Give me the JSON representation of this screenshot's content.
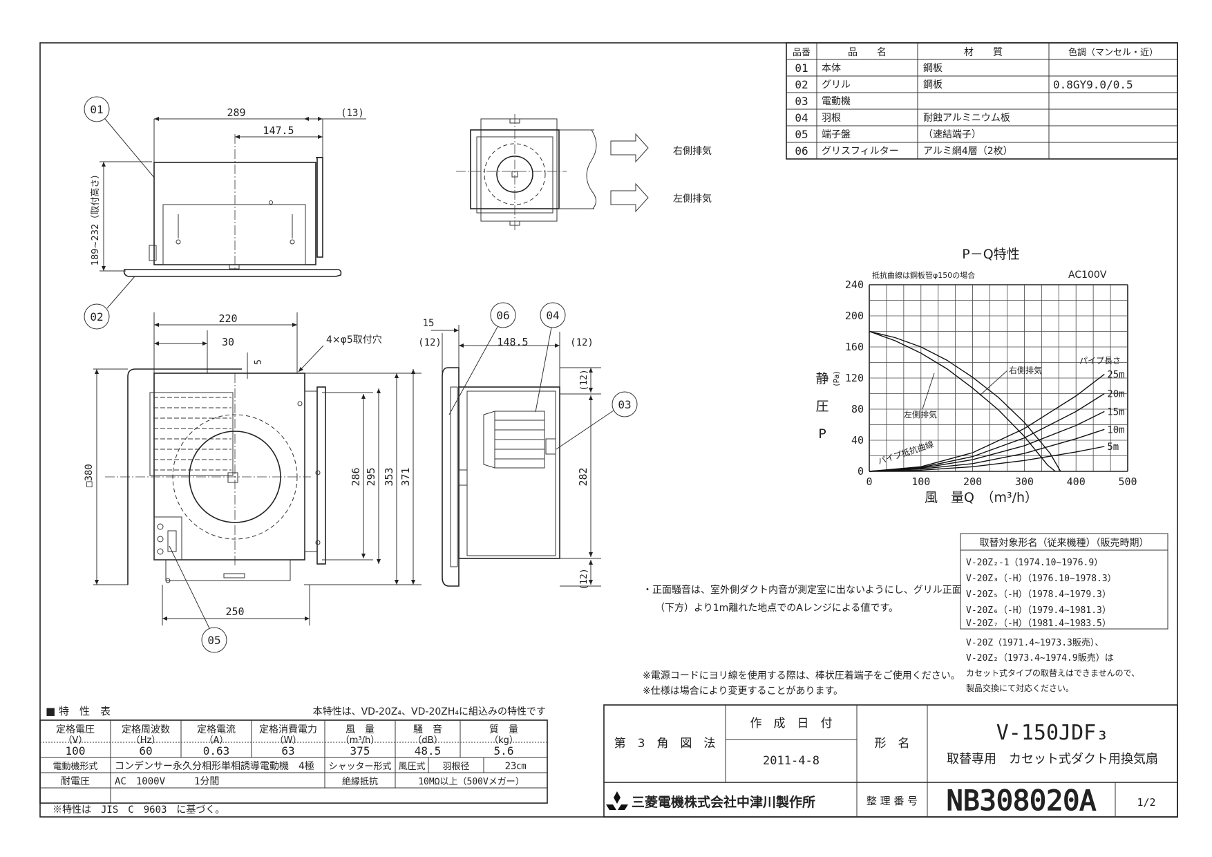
{
  "parts_table": {
    "headers": [
      "品番",
      "品　　名",
      "材　　質",
      "色調（マンセル・近）"
    ],
    "rows": [
      {
        "no": "01",
        "name": "本体",
        "material": "鋼板",
        "color": ""
      },
      {
        "no": "02",
        "name": "グリル",
        "material": "鋼板",
        "color": "0.8GY9.0/0.5"
      },
      {
        "no": "03",
        "name": "電動機",
        "material": "",
        "color": ""
      },
      {
        "no": "04",
        "name": "羽根",
        "material": "耐蝕アルミニウム板",
        "color": ""
      },
      {
        "no": "05",
        "name": "端子盤",
        "material": "（速結端子）",
        "color": ""
      },
      {
        "no": "06",
        "name": "グリスフィルター",
        "material": "アルミ網4層（2枚）",
        "color": ""
      }
    ]
  },
  "drawing": {
    "callouts": [
      "01",
      "02",
      "06",
      "04",
      "03",
      "05"
    ],
    "dims_side": {
      "w289": "289",
      "w147": "147.5",
      "w13": "(13)",
      "h189": "189~232（取付高さ）"
    },
    "dims_front": {
      "w220": "220",
      "w30": "30",
      "w5": "5",
      "holes": "4×φ5取付穴",
      "sq380": "□380",
      "h286": "286",
      "h295": "295",
      "h353": "353",
      "h371": "371",
      "w250": "250"
    },
    "dims_section": {
      "w15": "15",
      "w12a": "(12)",
      "w148": "148.5",
      "w12b": "(12)",
      "h12a": "(12)",
      "h282": "282",
      "h12b": "(12)"
    },
    "exhaust_right": "右側排気",
    "exhaust_left": "左側排気"
  },
  "chart_data": {
    "type": "line",
    "title": "P－Q特性",
    "subtitle": "抵抗曲線は鋼板管φ150の場合",
    "voltage": "AC100V",
    "xlabel": "風　量Q　（m³/h）",
    "ylabel": "静圧P",
    "ylabel_unit": "(Pa)",
    "xlim": [
      0,
      500
    ],
    "ylim": [
      0,
      240
    ],
    "xticks": [
      "0",
      "100",
      "200",
      "300",
      "400",
      "500"
    ],
    "yticks": [
      "0",
      "40",
      "80",
      "120",
      "160",
      "200",
      "240"
    ],
    "grid": true,
    "fan_curves": [
      {
        "name": "右側排気",
        "x": [
          0,
          50,
          100,
          150,
          200,
          250,
          300,
          350,
          370
        ],
        "y": [
          180,
          172,
          160,
          143,
          121,
          95,
          63,
          23,
          0
        ]
      },
      {
        "name": "左側排気",
        "x": [
          0,
          50,
          100,
          150,
          200,
          250,
          300,
          345,
          360
        ],
        "y": [
          180,
          168,
          152,
          132,
          107,
          79,
          45,
          8,
          0
        ]
      }
    ],
    "pipe_curves": {
      "label_group": "パイプ長さ",
      "label_curve": "パイプ抵抗曲線",
      "series": [
        {
          "name": "25m",
          "x": [
            0,
            100,
            200,
            300,
            400,
            455
          ],
          "y": [
            0,
            6,
            24,
            55,
            97,
            125
          ]
        },
        {
          "name": "20m",
          "x": [
            0,
            100,
            200,
            300,
            400,
            455
          ],
          "y": [
            0,
            5,
            19,
            43,
            77,
            100
          ]
        },
        {
          "name": "15m",
          "x": [
            0,
            100,
            200,
            300,
            400,
            455
          ],
          "y": [
            0,
            4,
            15,
            33,
            59,
            77
          ]
        },
        {
          "name": "10m",
          "x": [
            0,
            100,
            200,
            300,
            400,
            455
          ],
          "y": [
            0,
            3,
            10,
            23,
            42,
            54
          ]
        },
        {
          "name": "5m",
          "x": [
            0,
            100,
            200,
            300,
            400,
            455
          ],
          "y": [
            0,
            1.5,
            6,
            14,
            25,
            32
          ]
        }
      ]
    }
  },
  "replacement": {
    "title": "取替対象形名（従来機種）（販売時期）",
    "rows": [
      "V-20Z₂-1（1974.10~1976.9）",
      "V-20Z₃（-H）（1976.10~1978.3）",
      "V-20Z₅（-H）（1978.4~1979.3）",
      "V-20Z₆（-H）（1979.4~1981.3）",
      "V-20Z₇（-H）（1981.4~1983.5）"
    ],
    "note_lines": [
      "V-20Z（1971.4~1973.3販売）、",
      "V-20Z₂（1973.4~1974.9販売）は",
      "カセット式タイプの取替えはできませんので、",
      "製品交換にて対応ください。"
    ]
  },
  "notes": {
    "noise_1": "・正面騒音は、室外側ダクト内音が測定室に出ないようにし、グリル正面",
    "noise_2": "（下方）より1m離れた地点でのAレンジによる値です。",
    "cord": "※電源コードにヨリ線を使用する際は、棒状圧着端子をご使用ください。",
    "spec": "※仕様は場合により変更することがあります。"
  },
  "spec_table": {
    "title": "■ 特　性　表",
    "note": "本特性は、VD-20Z₄、VD-20ZH₄に組込みの特性です",
    "headers": [
      {
        "label": "定格電圧",
        "unit": "（V）"
      },
      {
        "label": "定格周波数",
        "unit": "（Hz）"
      },
      {
        "label": "定格電流",
        "unit": "（A）"
      },
      {
        "label": "定格消費電力",
        "unit": "（W）"
      },
      {
        "label": "風　量",
        "unit": "（m³/h）"
      },
      {
        "label": "騒　音",
        "unit": "（dB）"
      },
      {
        "label": "質　量",
        "unit": "（kg）"
      }
    ],
    "values": [
      "100",
      "60",
      "0.63",
      "63",
      "375",
      "48.5",
      "5.6"
    ],
    "motor_label": "電動機形式",
    "motor_value": "コンデンサー永久分相形単相誘導電動機　4極",
    "shutter_label": "シャッター形式",
    "shutter_value": "風圧式",
    "blade_label": "羽根径",
    "blade_value": "23㎝",
    "withstand_label": "耐電圧",
    "withstand_value": "AC　1000V　　　1分間",
    "insulation_label": "絶縁抵抗",
    "insulation_value": "10MΩ以上（500Vメガー）",
    "footnote": "※特性は　JIS　C　9603　に基づく。"
  },
  "title_block": {
    "projection": "第　3　角　図　法",
    "date_label": "作　成　日　付",
    "date": "2011-4-8",
    "model_label": "形　名",
    "model": "V-150JDF₃",
    "description": "取替専用　カセット式ダクト用換気扇",
    "company": "三菱電機株式会社中津川製作所",
    "number_label": "整 理 番 号",
    "number": "NB308020A",
    "page": "1/2"
  }
}
